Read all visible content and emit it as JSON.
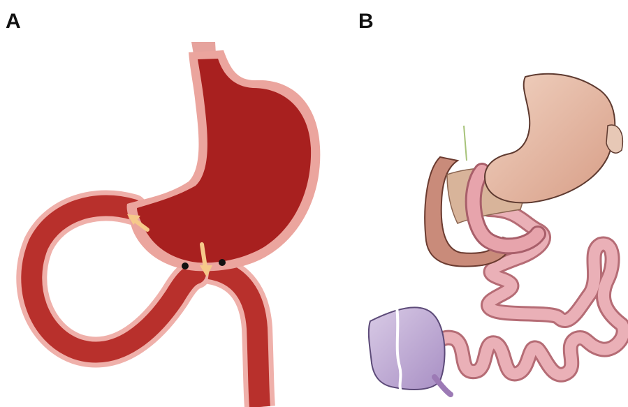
{
  "panels": [
    {
      "label": "A"
    },
    {
      "label": "B"
    }
  ],
  "colors": {
    "stomach_dark": "#a8201f",
    "stomach_halo": "#e89a94",
    "arrow": "#f6c98a",
    "intestine_pink": "#e7a4ac",
    "stomach_b_skin": "#e9c1ae",
    "colon_lilac": "#c3aed6"
  },
  "icons": [
    "arrow-up-left",
    "arrow-down"
  ]
}
